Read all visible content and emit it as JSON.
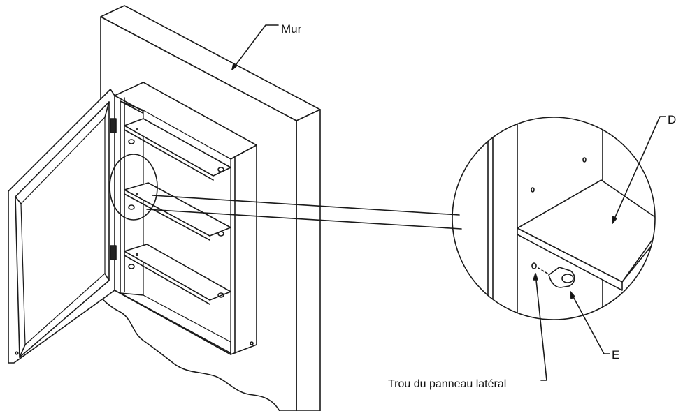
{
  "labels": {
    "wall": "Mur",
    "shelf": "D",
    "clip": "E",
    "side_hole": "Trou du panneau latéral"
  },
  "colors": {
    "line": "#1a1a1a",
    "fill": "#ffffff"
  }
}
